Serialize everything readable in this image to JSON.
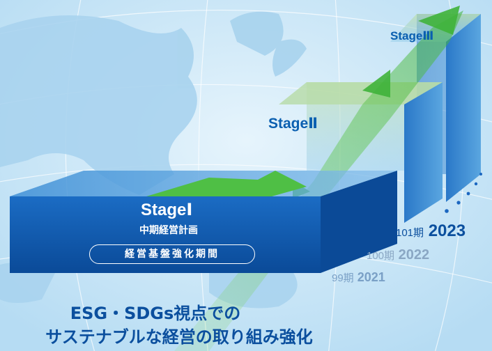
{
  "stages": {
    "stage3": "StageⅢ",
    "stage2": "StageⅡ",
    "stage1": "StageⅠ",
    "stage1_subtitle": "中期経営計画",
    "stage1_pill": "経営基盤強化期間"
  },
  "years": [
    {
      "period": "101期",
      "year": "2023"
    },
    {
      "period": "100期",
      "year": "2022"
    },
    {
      "period": "99期",
      "year": "2021"
    }
  ],
  "bottom_text": {
    "line1": "ESG・SDGs視点での",
    "line2": "サステナブルな経営の取り組み強化"
  },
  "colors": {
    "background": "#cfe8f7",
    "block_front": "#0d55ad",
    "arrow_green": "#57c24a",
    "text_blue": "#0b4f9e"
  }
}
